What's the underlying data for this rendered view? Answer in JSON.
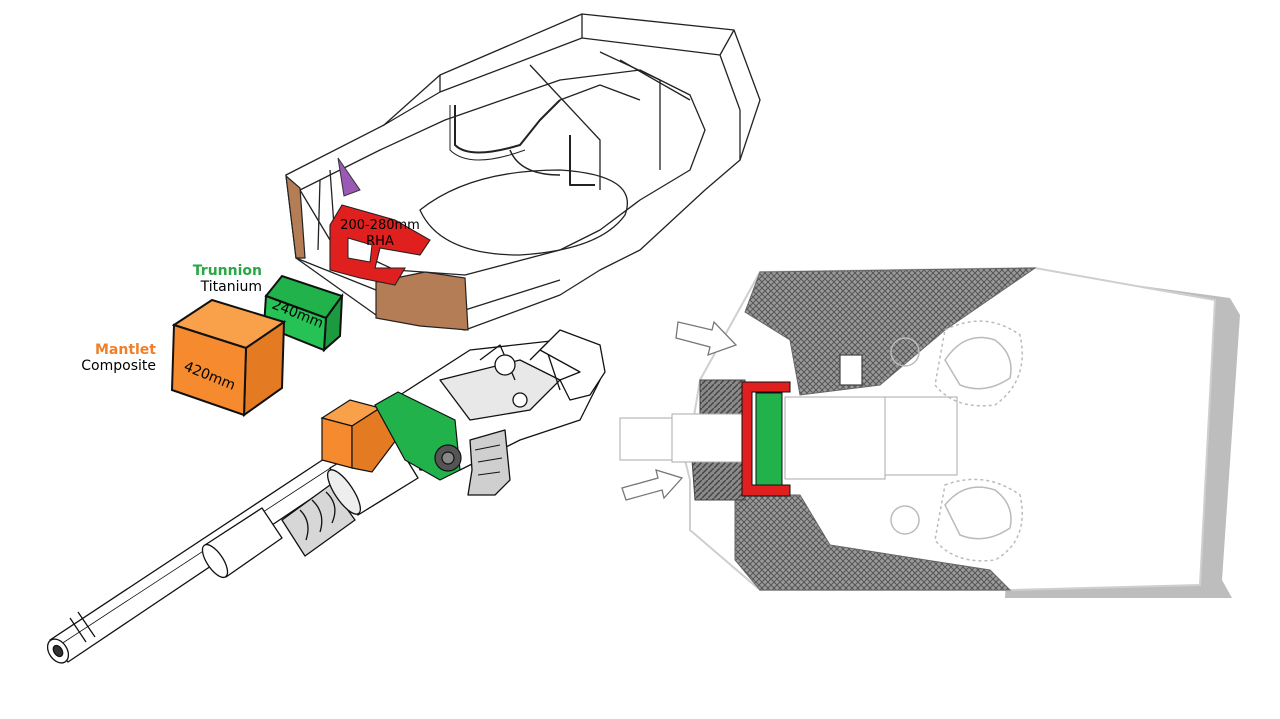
{
  "labels": {
    "rha_thickness": "200-280mm",
    "rha_material": "RHA",
    "trunnion_name": "Trunnion",
    "trunnion_material": "Titanium",
    "trunnion_thickness": "240mm",
    "mantlet_name": "Mantlet",
    "mantlet_material": "Composite",
    "mantlet_thickness": "420mm"
  },
  "colors": {
    "rha": "#e0201e",
    "trunnion": "#22b24c",
    "mantlet": "#f58a2e",
    "hull_side": "#b57d55",
    "sight_block": "#9b59b6",
    "trunnion_label": "#2aa745",
    "mantlet_label": "#f07f2a",
    "shadow": "#bdbdbd"
  }
}
